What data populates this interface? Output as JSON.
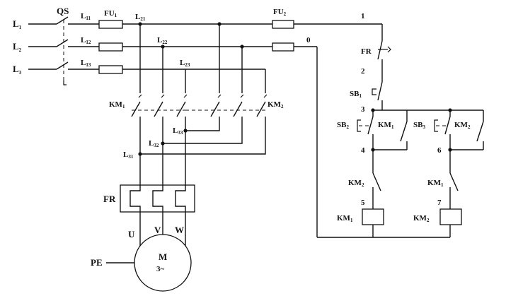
{
  "labels": {
    "qs": "QS",
    "l1": "L",
    "l1_sub": "1",
    "l2": "L",
    "l2_sub": "2",
    "l3": "L",
    "l3_sub": "3",
    "l11": "L",
    "l11_sub": "11",
    "l12": "L",
    "l12_sub": "12",
    "l13": "L",
    "l13_sub": "13",
    "fu1": "FU",
    "fu1_sub": "1",
    "l21": "L",
    "l21_sub": "21",
    "l22": "L",
    "l22_sub": "22",
    "l23": "L",
    "l23_sub": "23",
    "fu2": "FU",
    "fu2_sub": "2",
    "node1": "1",
    "node0": "0",
    "fr_ctrl": "FR",
    "node2": "2",
    "sb1": "SB",
    "sb1_sub": "1",
    "node3": "3",
    "sb2": "SB",
    "sb2_sub": "2",
    "km1_hold": "KM",
    "km1_hold_sub": "1",
    "sb3": "SB",
    "sb3_sub": "3",
    "km2_hold": "KM",
    "km2_hold_sub": "2",
    "node4": "4",
    "node6": "6",
    "km2_interlock": "KM",
    "km2_interlock_sub": "2",
    "km1_interlock": "KM",
    "km1_interlock_sub": "1",
    "node5": "5",
    "node7": "7",
    "km1_coil": "KM",
    "km1_coil_sub": "1",
    "km2_coil": "KM",
    "km2_coil_sub": "2",
    "km1_main": "KM",
    "km1_main_sub": "1",
    "km2_main": "KM",
    "km2_main_sub": "2",
    "l33": "L",
    "l33_sub": "33",
    "l32": "L",
    "l32_sub": "32",
    "l31": "L",
    "l31_sub": "31",
    "fr_main": "FR",
    "u": "U",
    "v": "V",
    "w": "W",
    "pe": "PE",
    "motor_m": "M",
    "motor_type": "3~"
  }
}
